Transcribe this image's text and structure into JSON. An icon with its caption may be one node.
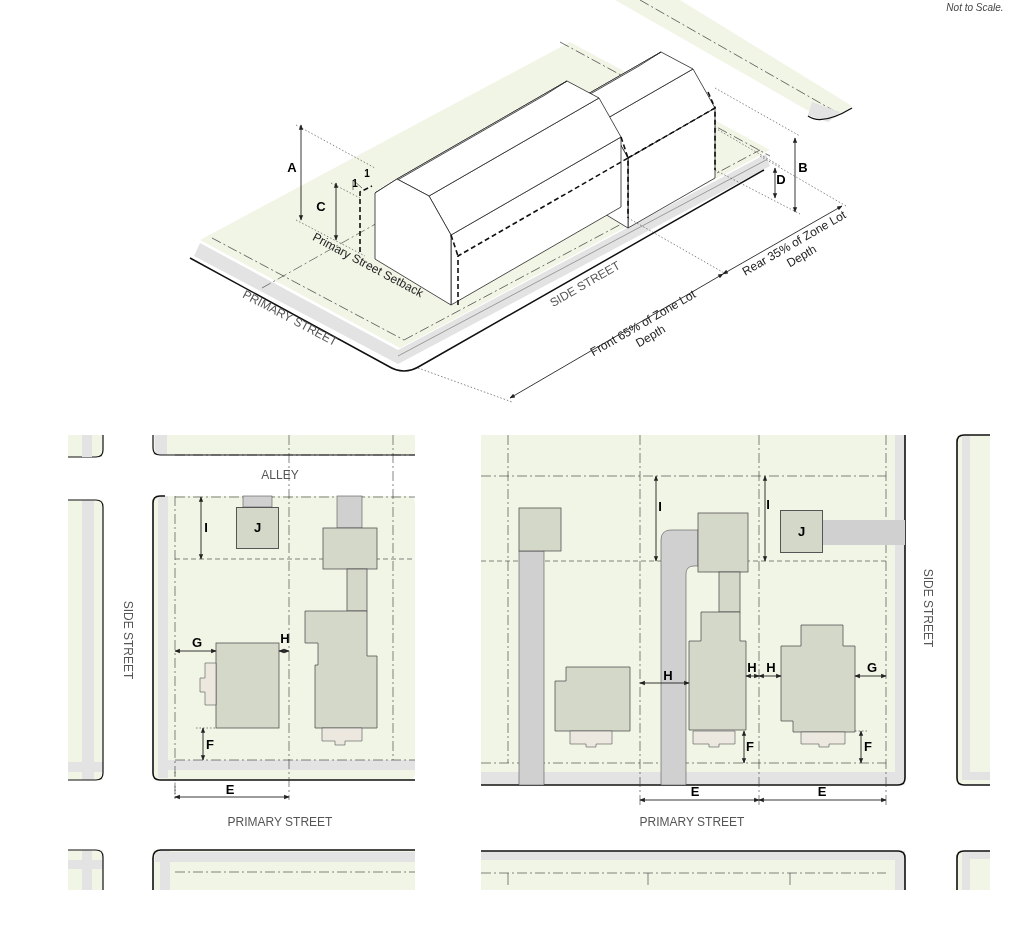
{
  "diagram": {
    "nodes": [
      {
        "text": [
          "J"
        ]
      },
      {
        "text": [
          "J"
        ]
      }
    ],
    "labels": [
      "Not to Scale.",
      "A",
      "1",
      "1",
      "C",
      "B",
      "D",
      "Primary Street Setback",
      "SIDE STREET",
      "Rear 35% of Zone Lot Depth",
      "PRIMARY STREET",
      "Front 65% of Zone Lot Depth",
      "ALLEY",
      "I",
      "SIDE STREET",
      "G",
      "H",
      "F",
      "E",
      "PRIMARY STREET",
      "I",
      "I",
      "H",
      "H",
      "H",
      "G",
      "SIDE STREET",
      "F",
      "F",
      "E",
      "E",
      "PRIMARY STREET"
    ]
  }
}
